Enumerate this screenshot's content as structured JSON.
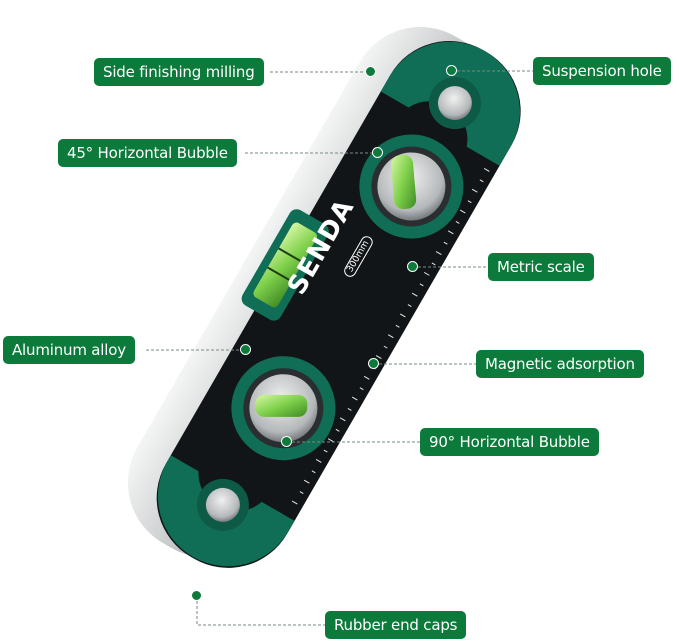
{
  "product": {
    "brand": "SENDA",
    "size_badge": "300mm",
    "colors": {
      "label_bg": "#0b7a3a",
      "label_text": "#ffffff",
      "body_black": "#111416",
      "rubber_green": "#0f6e55",
      "aluminum": "#c8cbcd",
      "leader_line": "#7a8a80"
    }
  },
  "callouts": [
    {
      "id": "side-finishing-milling",
      "label": "Side finishing milling"
    },
    {
      "id": "suspension-hole",
      "label": "Suspension hole"
    },
    {
      "id": "horizontal-bubble-45",
      "label": "45° Horizontal Bubble"
    },
    {
      "id": "metric-scale",
      "label": "Metric scale"
    },
    {
      "id": "aluminum-alloy",
      "label": "Aluminum alloy"
    },
    {
      "id": "magnetic-adsorption",
      "label": "Magnetic adsorption"
    },
    {
      "id": "horizontal-bubble-90",
      "label": "90° Horizontal Bubble"
    },
    {
      "id": "rubber-end-caps",
      "label": "Rubber end caps"
    }
  ]
}
